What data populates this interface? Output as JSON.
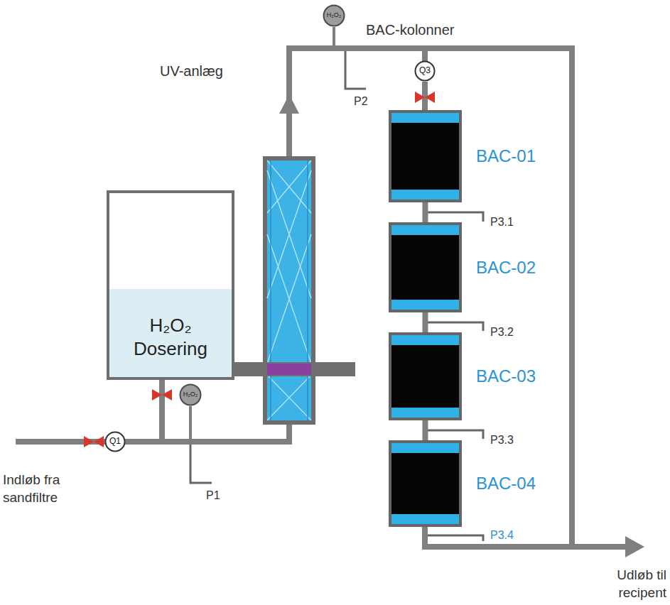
{
  "diagram": {
    "nodes": [
      {
        "text": [
          "H₂O₂"
        ]
      },
      {
        "text": [
          "Q3"
        ]
      },
      {
        "text": [
          "BAC-01"
        ]
      },
      {
        "text": [
          "BAC-02"
        ]
      },
      {
        "text": [
          "BAC-03"
        ]
      },
      {
        "text": [
          "BAC-04"
        ]
      },
      {
        "text": [
          "H₂O₂ Dosering"
        ]
      },
      {
        "text": [
          "H₂O₂"
        ]
      },
      {
        "text": [
          "Q1"
        ]
      }
    ],
    "edges": [
      {
        "from": 1,
        "to": 2,
        "arrow": "none"
      },
      {
        "from": 2,
        "to": 3,
        "arrow": "none"
      },
      {
        "from": 3,
        "to": 4,
        "arrow": "none"
      },
      {
        "from": 4,
        "to": 5,
        "arrow": "none"
      }
    ],
    "labels": [
      "BAC-kolonner",
      "UV-anlæg",
      "P2",
      "P3.1",
      "P3.2",
      "P3.3",
      "P3.4",
      "P1",
      "Indløb fra sandfiltre",
      "Udløb til recipent"
    ]
  }
}
